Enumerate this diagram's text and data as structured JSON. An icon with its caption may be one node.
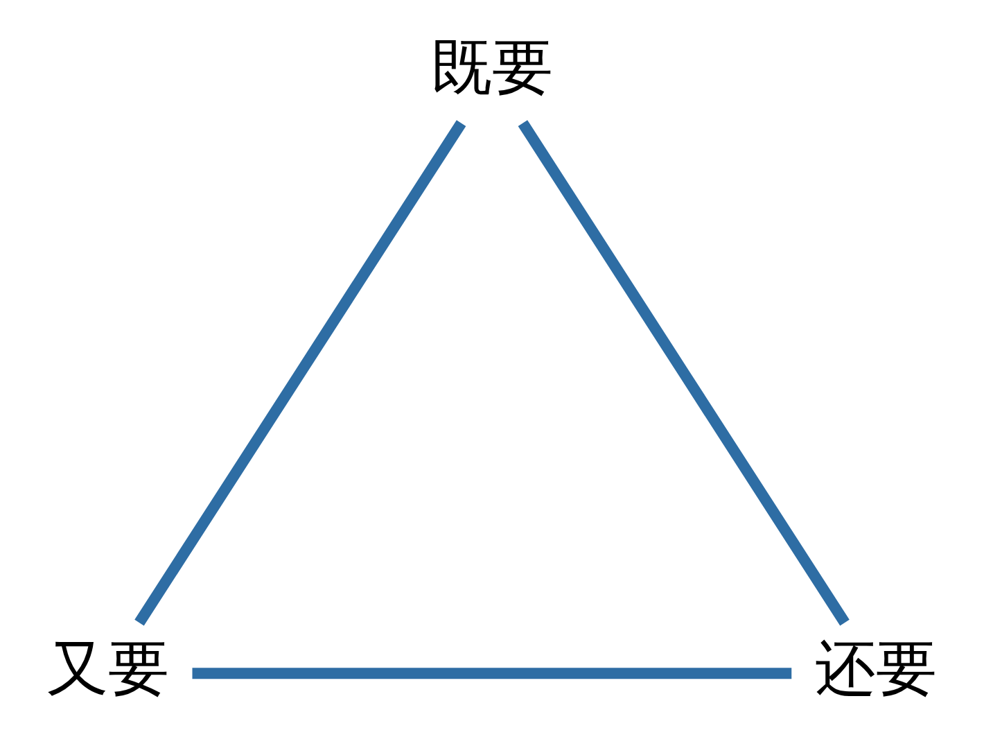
{
  "diagram": {
    "nodes": [
      {
        "text": [
          "既要"
        ]
      },
      {
        "text": [
          "又要"
        ]
      },
      {
        "text": [
          "还要"
        ]
      }
    ],
    "edges": [
      {
        "from": 0,
        "to": 1,
        "arrow": "none"
      },
      {
        "from": 1,
        "to": 2,
        "arrow": "none"
      },
      {
        "from": 2,
        "to": 0,
        "arrow": "none"
      }
    ]
  }
}
